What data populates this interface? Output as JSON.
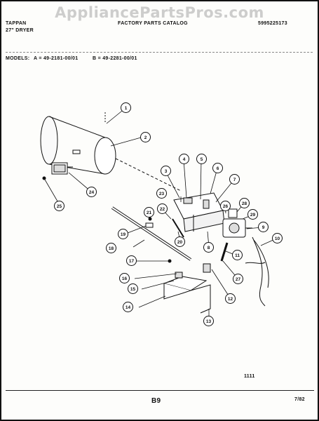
{
  "watermark": "AppliancePartsPros.com",
  "header": {
    "brand": "TAPPAN",
    "product": "27\" DRYER",
    "catalog_title": "FACTORY PARTS CATALOG",
    "catalog_number": "5995225173"
  },
  "models": {
    "label": "MODELS:",
    "a": "A = 49-2181-00/01",
    "b": "B = 49-2281-00/01"
  },
  "callouts": [
    "1",
    "2",
    "3",
    "4",
    "5",
    "6",
    "7",
    "8",
    "9",
    "10",
    "11",
    "12",
    "13",
    "14",
    "15",
    "16",
    "17",
    "18",
    "19",
    "20",
    "21",
    "22",
    "23",
    "24",
    "25",
    "26",
    "27",
    "28",
    "29"
  ],
  "footer": {
    "figure_number": "1111",
    "page": "B9",
    "date": "7/82"
  }
}
